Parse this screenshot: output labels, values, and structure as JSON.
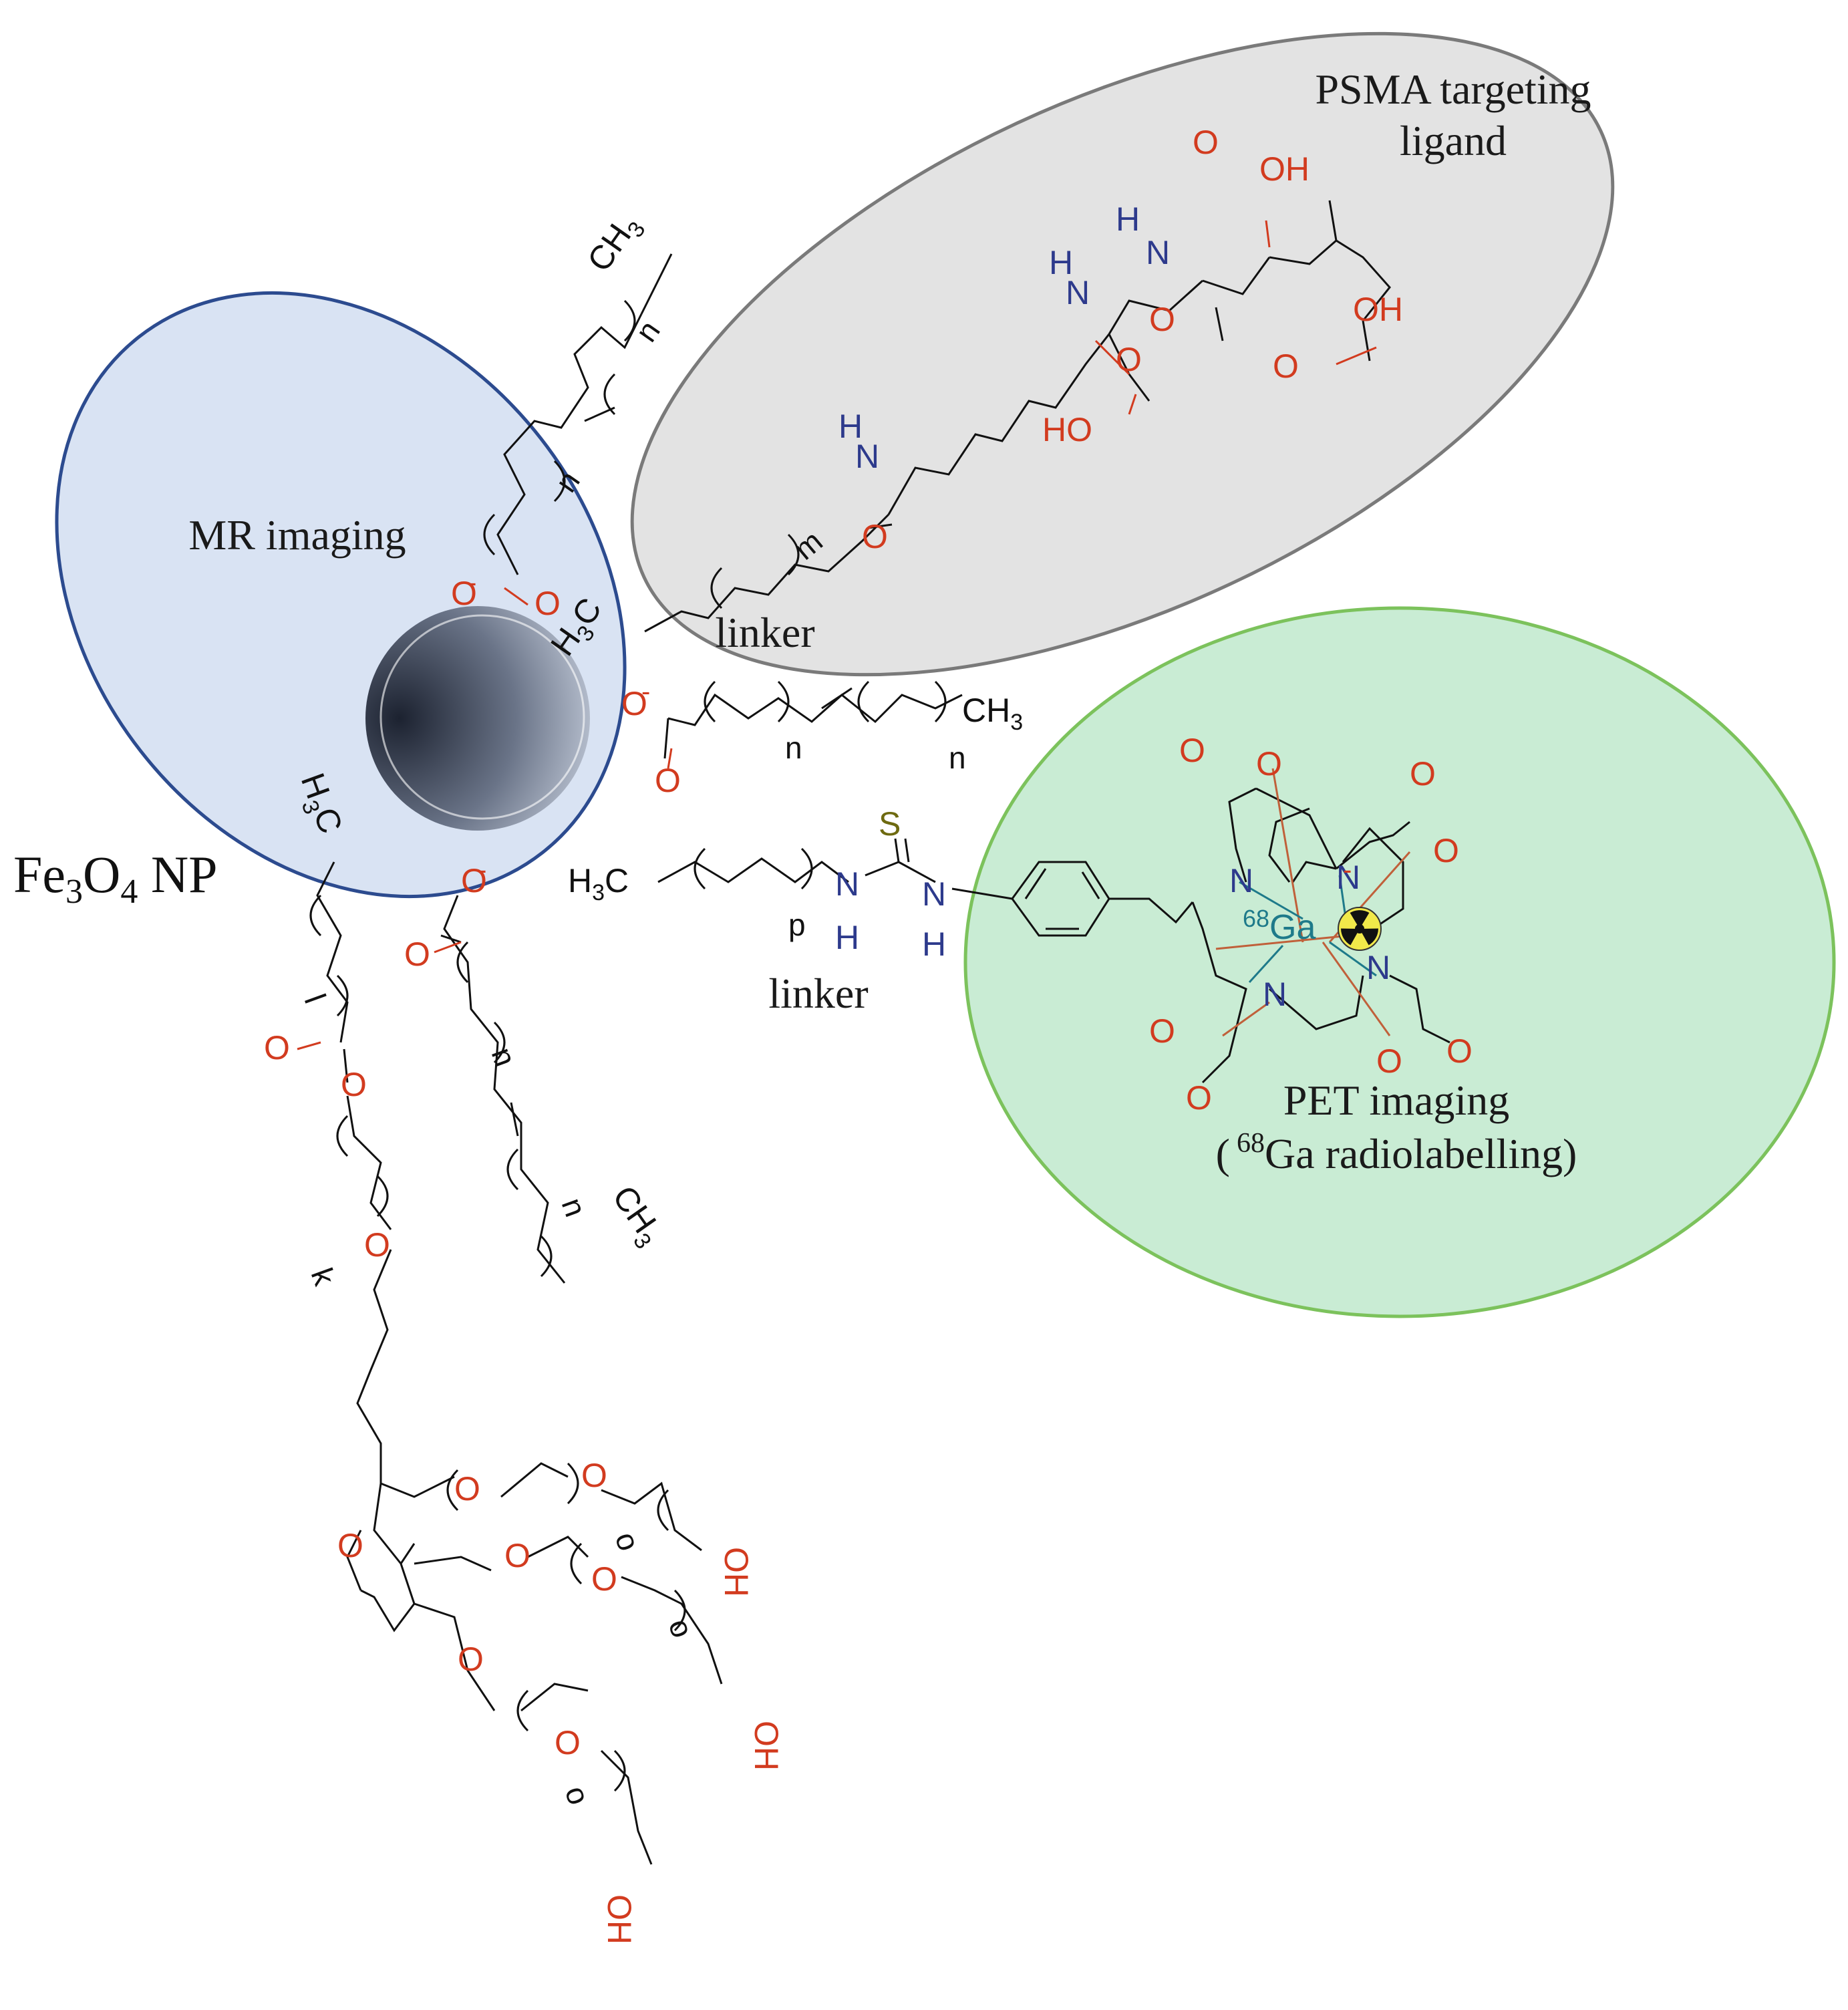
{
  "labels": {
    "psma_line1": "PSMA targeting",
    "psma_line2": "ligand",
    "mr": "MR imaging",
    "linker_top": "linker",
    "linker_bottom": "linker",
    "pet_line1": "PET imaging",
    "pet_line2_open": "(",
    "pet_line2_sup": "68",
    "pet_line2_rest": "Ga radiolabelling)",
    "np_fe": "Fe",
    "np_sub3": "3",
    "np_o": "O",
    "np_sub4": "4",
    "np_rest": " NP"
  },
  "atoms": {
    "O": "O",
    "OH": "OH",
    "HO": "HO",
    "N": "N",
    "H": "H",
    "S": "S",
    "CH3": "CH",
    "sub3": "3",
    "H3C_H": "H",
    "H3C_C": "C",
    "ga_sup": "68",
    "ga": "Ga",
    "minus": "-"
  },
  "indices": {
    "n": "n",
    "m": "m",
    "p": "p",
    "l": "l",
    "k": "k",
    "o": "o"
  },
  "colors": {
    "mr_fill": "#d9e3f3",
    "mr_stroke": "#2c4b8f",
    "psma_fill": "#e3e3e3",
    "psma_stroke": "#7a7a7a",
    "pet_fill": "#c9ecd4",
    "pet_stroke": "#7cc25c",
    "oxygen": "#d23b1f",
    "nitrogen": "#2d3a8c",
    "sulfur": "#6e6a10",
    "gallium": "#1e7a8a",
    "bond": "#111111",
    "chelate_bond": "#c0603a"
  }
}
